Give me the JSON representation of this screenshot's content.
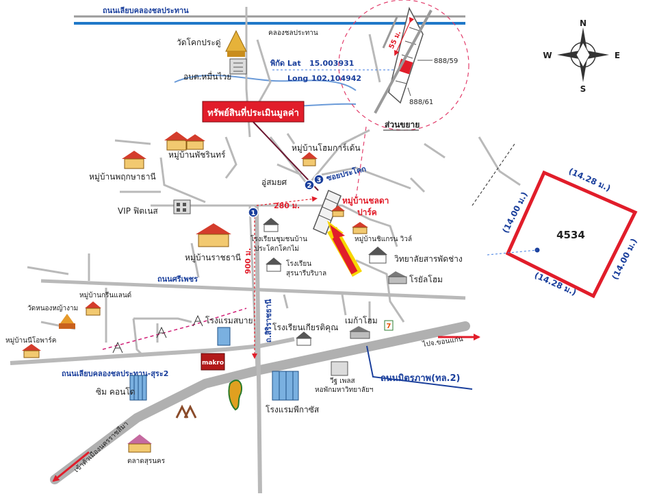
{
  "roads": {
    "top_canal_road": "ถนนเลียบคลองชลประทาน",
    "canal": "คลองชลประทาน",
    "sriphet": "ถนนศรีเพชร",
    "suranaree": "ถนนเลียบคลองชลประทาน-สุระ2",
    "sirirat": "ถ.สิริราชธานี",
    "mittraphap": "ถนนมิตรภาพ(ทล.2)",
    "soi": "ซอยประโคก",
    "to_khonkaen": "ไปจ.ขอนแก่น",
    "to_city": "เข้าตัวเมืองนครราชสีมา"
  },
  "coords": {
    "lat_label": "พิกัด Lat",
    "lat_value": "15.003931",
    "long_label": "Long",
    "long_value": "102.104942"
  },
  "property": {
    "banner": "ทรัพย์สินที่ประเมินมูลค่า",
    "village_line1": "หมู่บ้านชลดา",
    "village_line2": "ปาร์ค"
  },
  "distances": {
    "d280": "280 ม.",
    "d900": "900 ม.",
    "d55": "55 ม."
  },
  "markers": {
    "m1": "1",
    "m2": "2",
    "m3": "3"
  },
  "inset": {
    "title": "ส่วนขยาย",
    "plot_a": "888/59",
    "plot_b": "888/61"
  },
  "compass": {
    "n": "N",
    "s": "S",
    "e": "E",
    "w": "W"
  },
  "parcel": {
    "number": "4534",
    "top": "(14.28 ม.)",
    "bottom": "(14.28 ม.)",
    "left": "(14.00 ม.)",
    "right": "(14.00 ม.)"
  },
  "places": {
    "wat_khok": "วัดโคกประดู่",
    "obt": "อบต.หมื่นไวย",
    "home_garden": "หมู่บ้านโฮมการ์เด้น",
    "phatcharin": "หมู่บ้านพัชรินทร์",
    "phruksa": "หมู่บ้านพฤกษาธานี",
    "yu_somsuk": "อู่สมยศ",
    "vip": "VIP ฟิตเนส",
    "ratchathani": "หมู่บ้านราชธานี",
    "school_a1": "โรงเรียนชุมชนบ้าน",
    "school_a2": "ประโคกโคกไม่",
    "school_b1": "โรงเรียน",
    "school_b2": "สุรนารีบริบาล",
    "chinnakorn": "หมู่บ้านชิแกรน วิวล์",
    "college": "วิทยาลัยสารพัดช่าง",
    "royal_home": "โรยัลโฮม",
    "green_land": "หมู่บ้านกรีนแลนด์",
    "wat_nong": "วัดหนองหญ้างาม",
    "no_park": "หมู่บ้านนีโอพาร์ค",
    "hotel_sabai": "โรงแรมสบาย",
    "school_kiat": "โรงเรียนเกียรติคุณ",
    "mega_home": "เมก้าโฮม",
    "makro": "makro",
    "sim_condo": "ซิม คอนโด",
    "vj_place": "วีฐ เพลส",
    "dorm": "หอพักมหาวิทยาลัยฯ",
    "pegasus": "โรงแรมพีกาซัส",
    "talad": "ตลาดสุรนคร",
    "seven": "7"
  }
}
